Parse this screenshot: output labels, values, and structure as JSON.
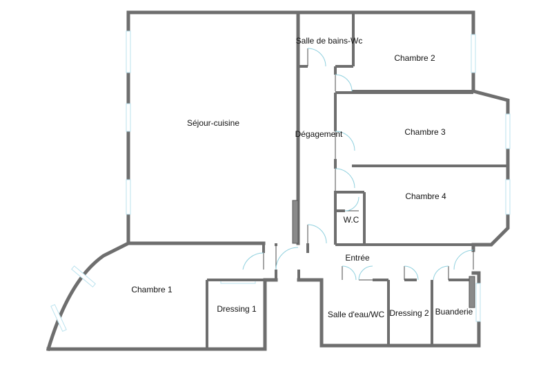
{
  "plan": {
    "rooms": [
      {
        "id": "sejour",
        "label": "Séjour-cuisine"
      },
      {
        "id": "sdb",
        "label": "Salle de bains-Wc"
      },
      {
        "id": "ch2",
        "label": "Chambre 2"
      },
      {
        "id": "degagement",
        "label": "Dégagement"
      },
      {
        "id": "ch3",
        "label": "Chambre 3"
      },
      {
        "id": "ch4",
        "label": "Chambre 4"
      },
      {
        "id": "wc",
        "label": "W.C"
      },
      {
        "id": "entree",
        "label": "Entrée"
      },
      {
        "id": "ch1",
        "label": "Chambre 1"
      },
      {
        "id": "dressing1",
        "label": "Dressing 1"
      },
      {
        "id": "salle_eau",
        "label": "Salle d'eau/WC"
      },
      {
        "id": "dressing2",
        "label": "Dressing 2"
      },
      {
        "id": "buanderie",
        "label": "Buanderie"
      }
    ]
  }
}
